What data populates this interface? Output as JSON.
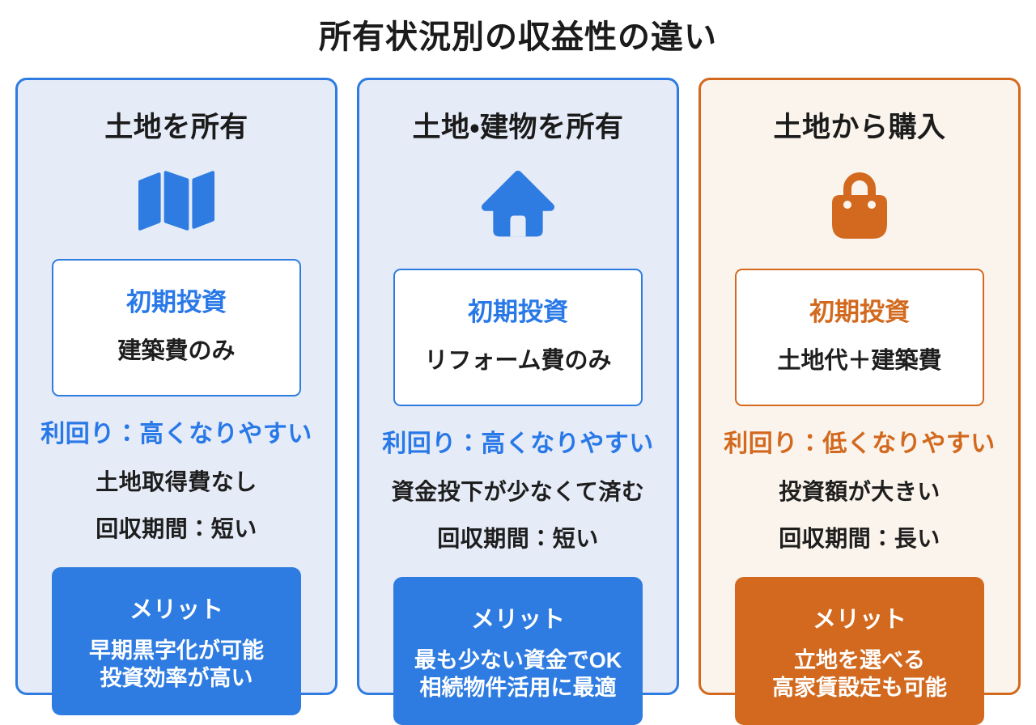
{
  "title": "所有状況別の収益性の違い",
  "colors": {
    "blue_accent": "#2E7CE1",
    "blue_text": "#2878E8",
    "blue_card_bg": "#E5EBF7",
    "orange_accent": "#D2691E",
    "orange_card_bg": "#FBF4EC",
    "text_dark": "#1b1b1b",
    "white": "#FFFFFF"
  },
  "cards": [
    {
      "theme": "blue",
      "title": "土地を所有",
      "icon": "map-icon",
      "initial_investment_label": "初期投資",
      "initial_investment_value": "建築費のみ",
      "yield_line": "利回り：高くなりやすい",
      "points": [
        "土地取得費なし",
        "回収期間：短い"
      ],
      "merit_label": "メリット",
      "merits": [
        "早期黒字化が可能",
        "投資効率が高い"
      ]
    },
    {
      "theme": "blue",
      "title": "土地・建物を所有",
      "icon": "home-icon",
      "initial_investment_label": "初期投資",
      "initial_investment_value": "リフォーム費のみ",
      "yield_line": "利回り：高くなりやすい",
      "points": [
        "資金投下が少なくて済む",
        "回収期間：短い"
      ],
      "merit_label": "メリット",
      "merits": [
        "最も少ない資金でOK",
        "相続物件活用に最適"
      ]
    },
    {
      "theme": "orange",
      "title": "土地から購入",
      "icon": "bag-icon",
      "initial_investment_label": "初期投資",
      "initial_investment_value": "土地代＋建築費",
      "yield_line": "利回り：低くなりやすい",
      "points": [
        "投資額が大きい",
        "回収期間：長い"
      ],
      "merit_label": "メリット",
      "merits": [
        "立地を選べる",
        "高家賃設定も可能"
      ]
    }
  ]
}
